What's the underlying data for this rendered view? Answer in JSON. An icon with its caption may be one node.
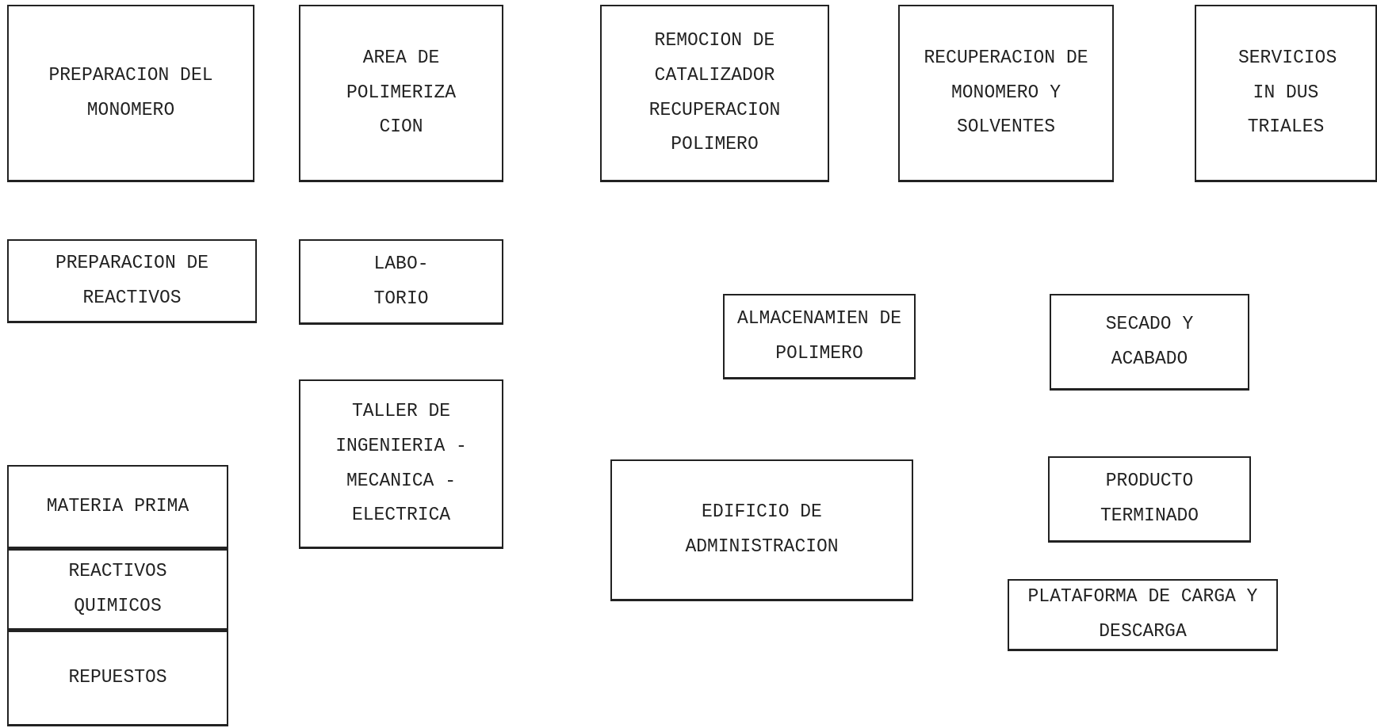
{
  "diagram": {
    "nodes": [
      {
        "text": [
          "PREPARACION DEL MONOMERO"
        ]
      },
      {
        "text": [
          "AREA DE POLIMERIZA CION"
        ]
      },
      {
        "text": [
          "REMOCION DE CATALIZADOR RECUPERACION POLIMERO"
        ]
      },
      {
        "text": [
          "RECUPERACION DE MONOMERO Y SOLVENTES"
        ]
      },
      {
        "text": [
          "SERVICIOS IN DUS TRIALES"
        ]
      },
      {
        "text": [
          "PREPARACION DE REACTIVOS"
        ]
      },
      {
        "text": [
          "LABO- TORIO"
        ]
      },
      {
        "text": [
          "ALMACENAMIEN DE POLIMERO"
        ]
      },
      {
        "text": [
          "SECADO Y ACABADO"
        ]
      },
      {
        "text": [
          "TALLER DE INGENIERIA - MECANICA - ELECTRICA"
        ]
      },
      {
        "text": [
          "MATERIA PRIMA"
        ]
      },
      {
        "text": [
          "REACTIVOS QUIMICOS"
        ]
      },
      {
        "text": [
          "REPUESTOS"
        ]
      },
      {
        "text": [
          "EDIFICIO DE ADMINISTRACION"
        ]
      },
      {
        "text": [
          "PRODUCTO TERMINADO"
        ]
      },
      {
        "text": [
          "PLATAFORMA DE CARGA Y DESCARGA"
        ]
      }
    ]
  }
}
